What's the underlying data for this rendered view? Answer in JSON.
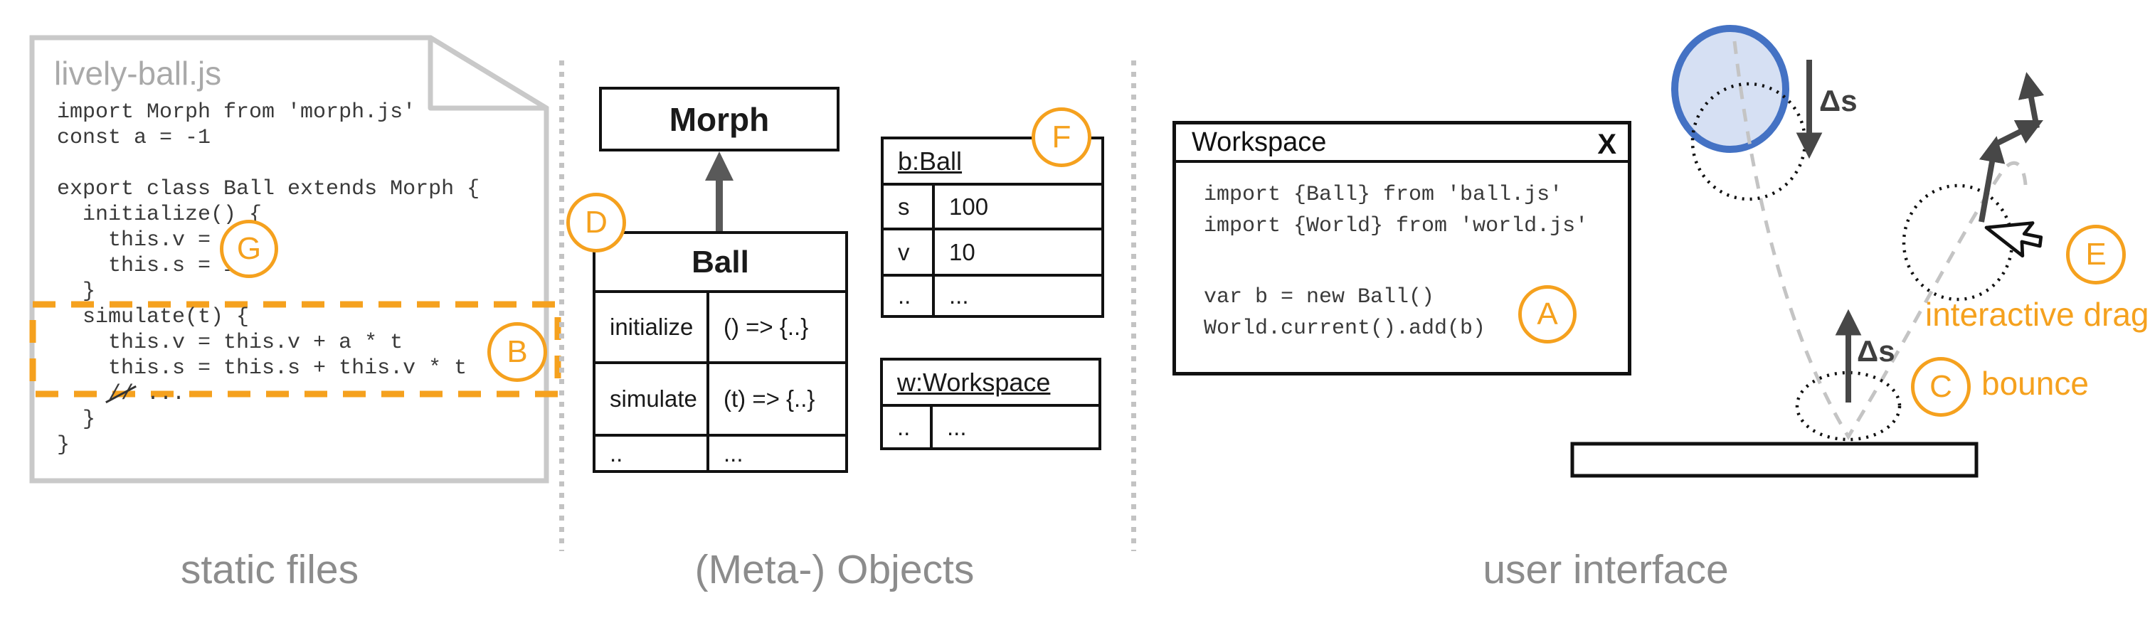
{
  "colors": {
    "orange": "#F5A11E",
    "blue_stroke": "#4472C4",
    "blue_fill": "#D6E0F3",
    "caption_gray": "#8C8C8C",
    "divider_gray": "#C3C3C3",
    "doc_border": "#C9C9C9",
    "arrow_dark": "#474747"
  },
  "static_files": {
    "caption": "static files",
    "doc_title": "lively-ball.js",
    "code_top": [
      "import Morph from 'morph.js'",
      "const a = -1",
      "",
      "export class Ball extends Morph {",
      "  initialize() {",
      "    this.v = 0",
      "    this.s = 100",
      "  }",
      "  simulate(t) {",
      "    this.v = this.v + a * t",
      "    this.s = this.s + this.v * t"
    ],
    "comment": {
      "prefix": "    ",
      "slashes": "//",
      "rest": " ..."
    },
    "code_bottom": [
      "  }",
      "}"
    ],
    "badge_g": "G",
    "badge_b": "B"
  },
  "meta_objects": {
    "caption": "(Meta-) Objects",
    "morph_label": "Morph",
    "ball_class": {
      "title": "Ball",
      "rows": [
        [
          "initialize",
          "() => {..}"
        ],
        [
          "simulate",
          "(t) => {..}"
        ],
        [
          "..",
          "..."
        ]
      ]
    },
    "b_ball": {
      "title": "b:Ball",
      "rows": [
        [
          "s",
          "100"
        ],
        [
          "v",
          "10"
        ],
        [
          "..",
          "..."
        ]
      ]
    },
    "w_workspace": {
      "title": "w:Workspace",
      "rows": [
        [
          "..",
          "..."
        ]
      ]
    },
    "badge_d": "D",
    "badge_f": "F"
  },
  "user_interface": {
    "caption": "user interface",
    "window": {
      "title": "Workspace",
      "close_label": "X",
      "imports": [
        "import {Ball} from 'ball.js'",
        "import {World} from 'world.js'"
      ],
      "snippet": [
        "var b = new Ball()",
        "World.current().add(b)"
      ]
    },
    "badge_a": "A",
    "badge_c": "C",
    "badge_e": "E",
    "delta_s_fall": "Δs",
    "delta_s_bounce": "Δs",
    "bounce_label": "bounce",
    "drag_label": "interactive drag"
  }
}
